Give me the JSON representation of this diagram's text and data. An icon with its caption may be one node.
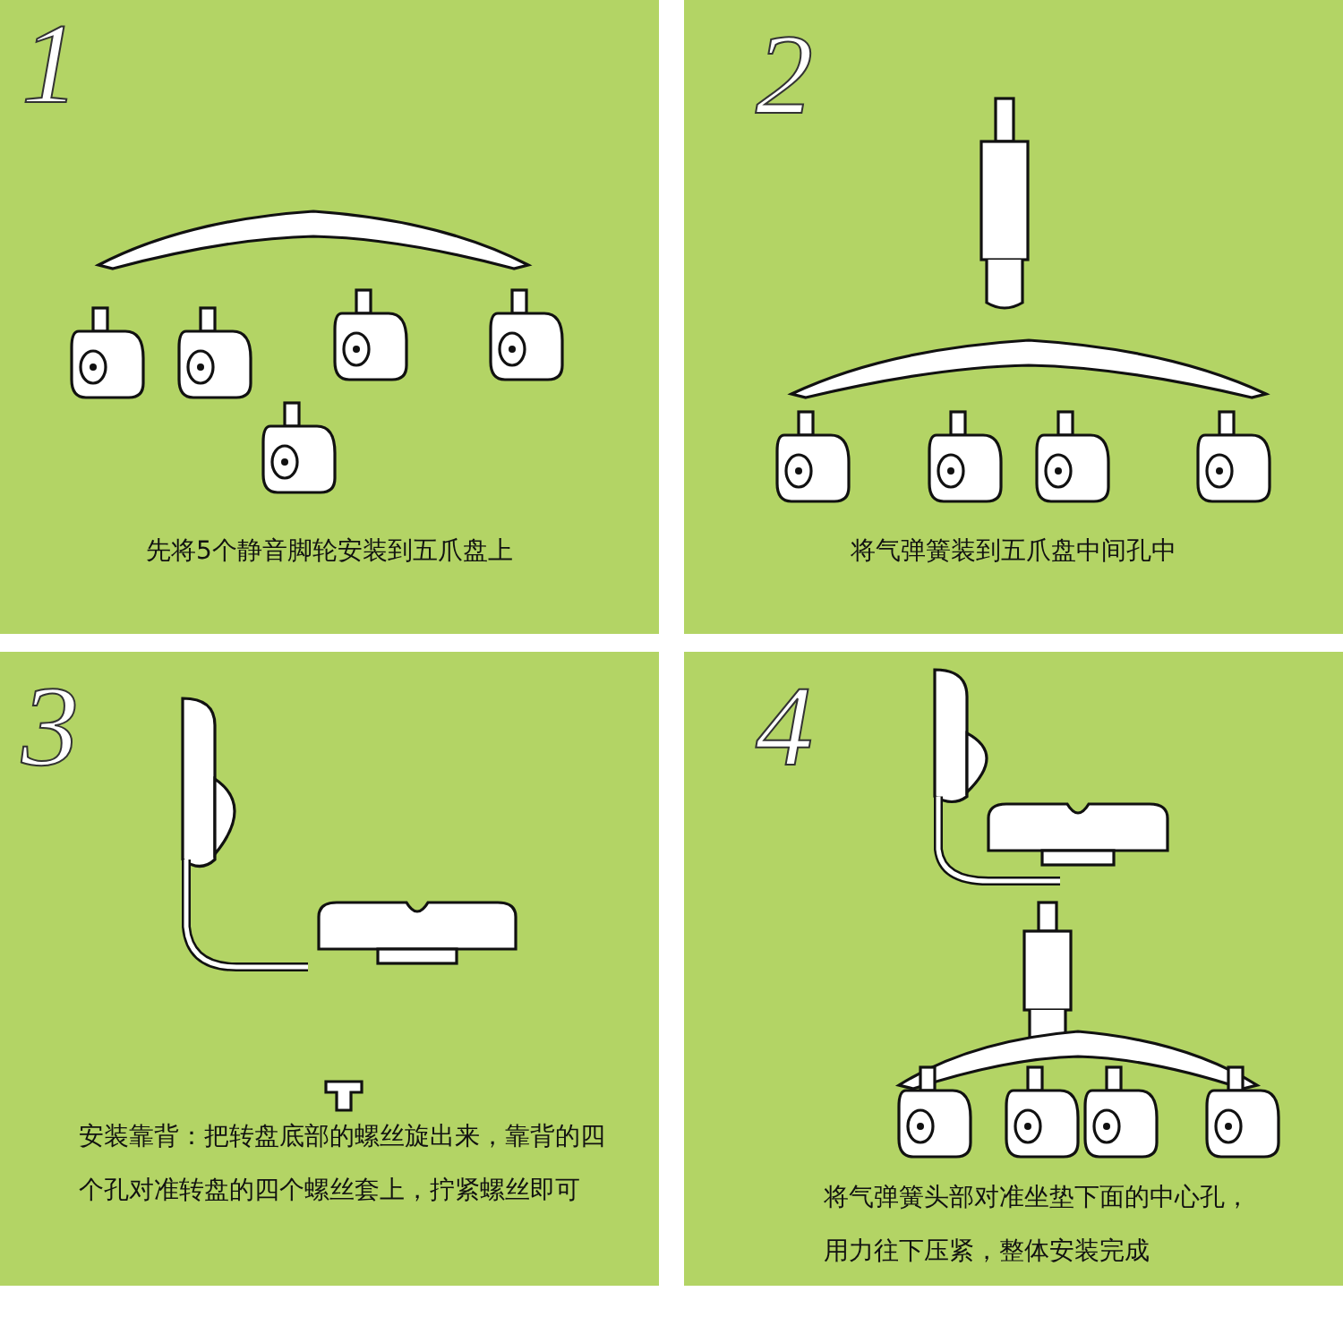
{
  "diagram": {
    "nodes": [
      {
        "text": [
          "1",
          "先将5个静音脚轮安装到五爪盘上"
        ]
      },
      {
        "text": [
          "2",
          "将气弹簧装到五爪盘中间孔中"
        ]
      },
      {
        "text": [
          "3",
          "安装靠背：把转盘底部的螺丝旋出来，靠背的四个孔对准转盘的四个螺丝套上，拧紧螺丝即可"
        ]
      },
      {
        "text": [
          "4",
          "将气弹簧头部对准坐垫下面的中心孔，用力往下压紧，整体安装完成"
        ]
      }
    ]
  }
}
